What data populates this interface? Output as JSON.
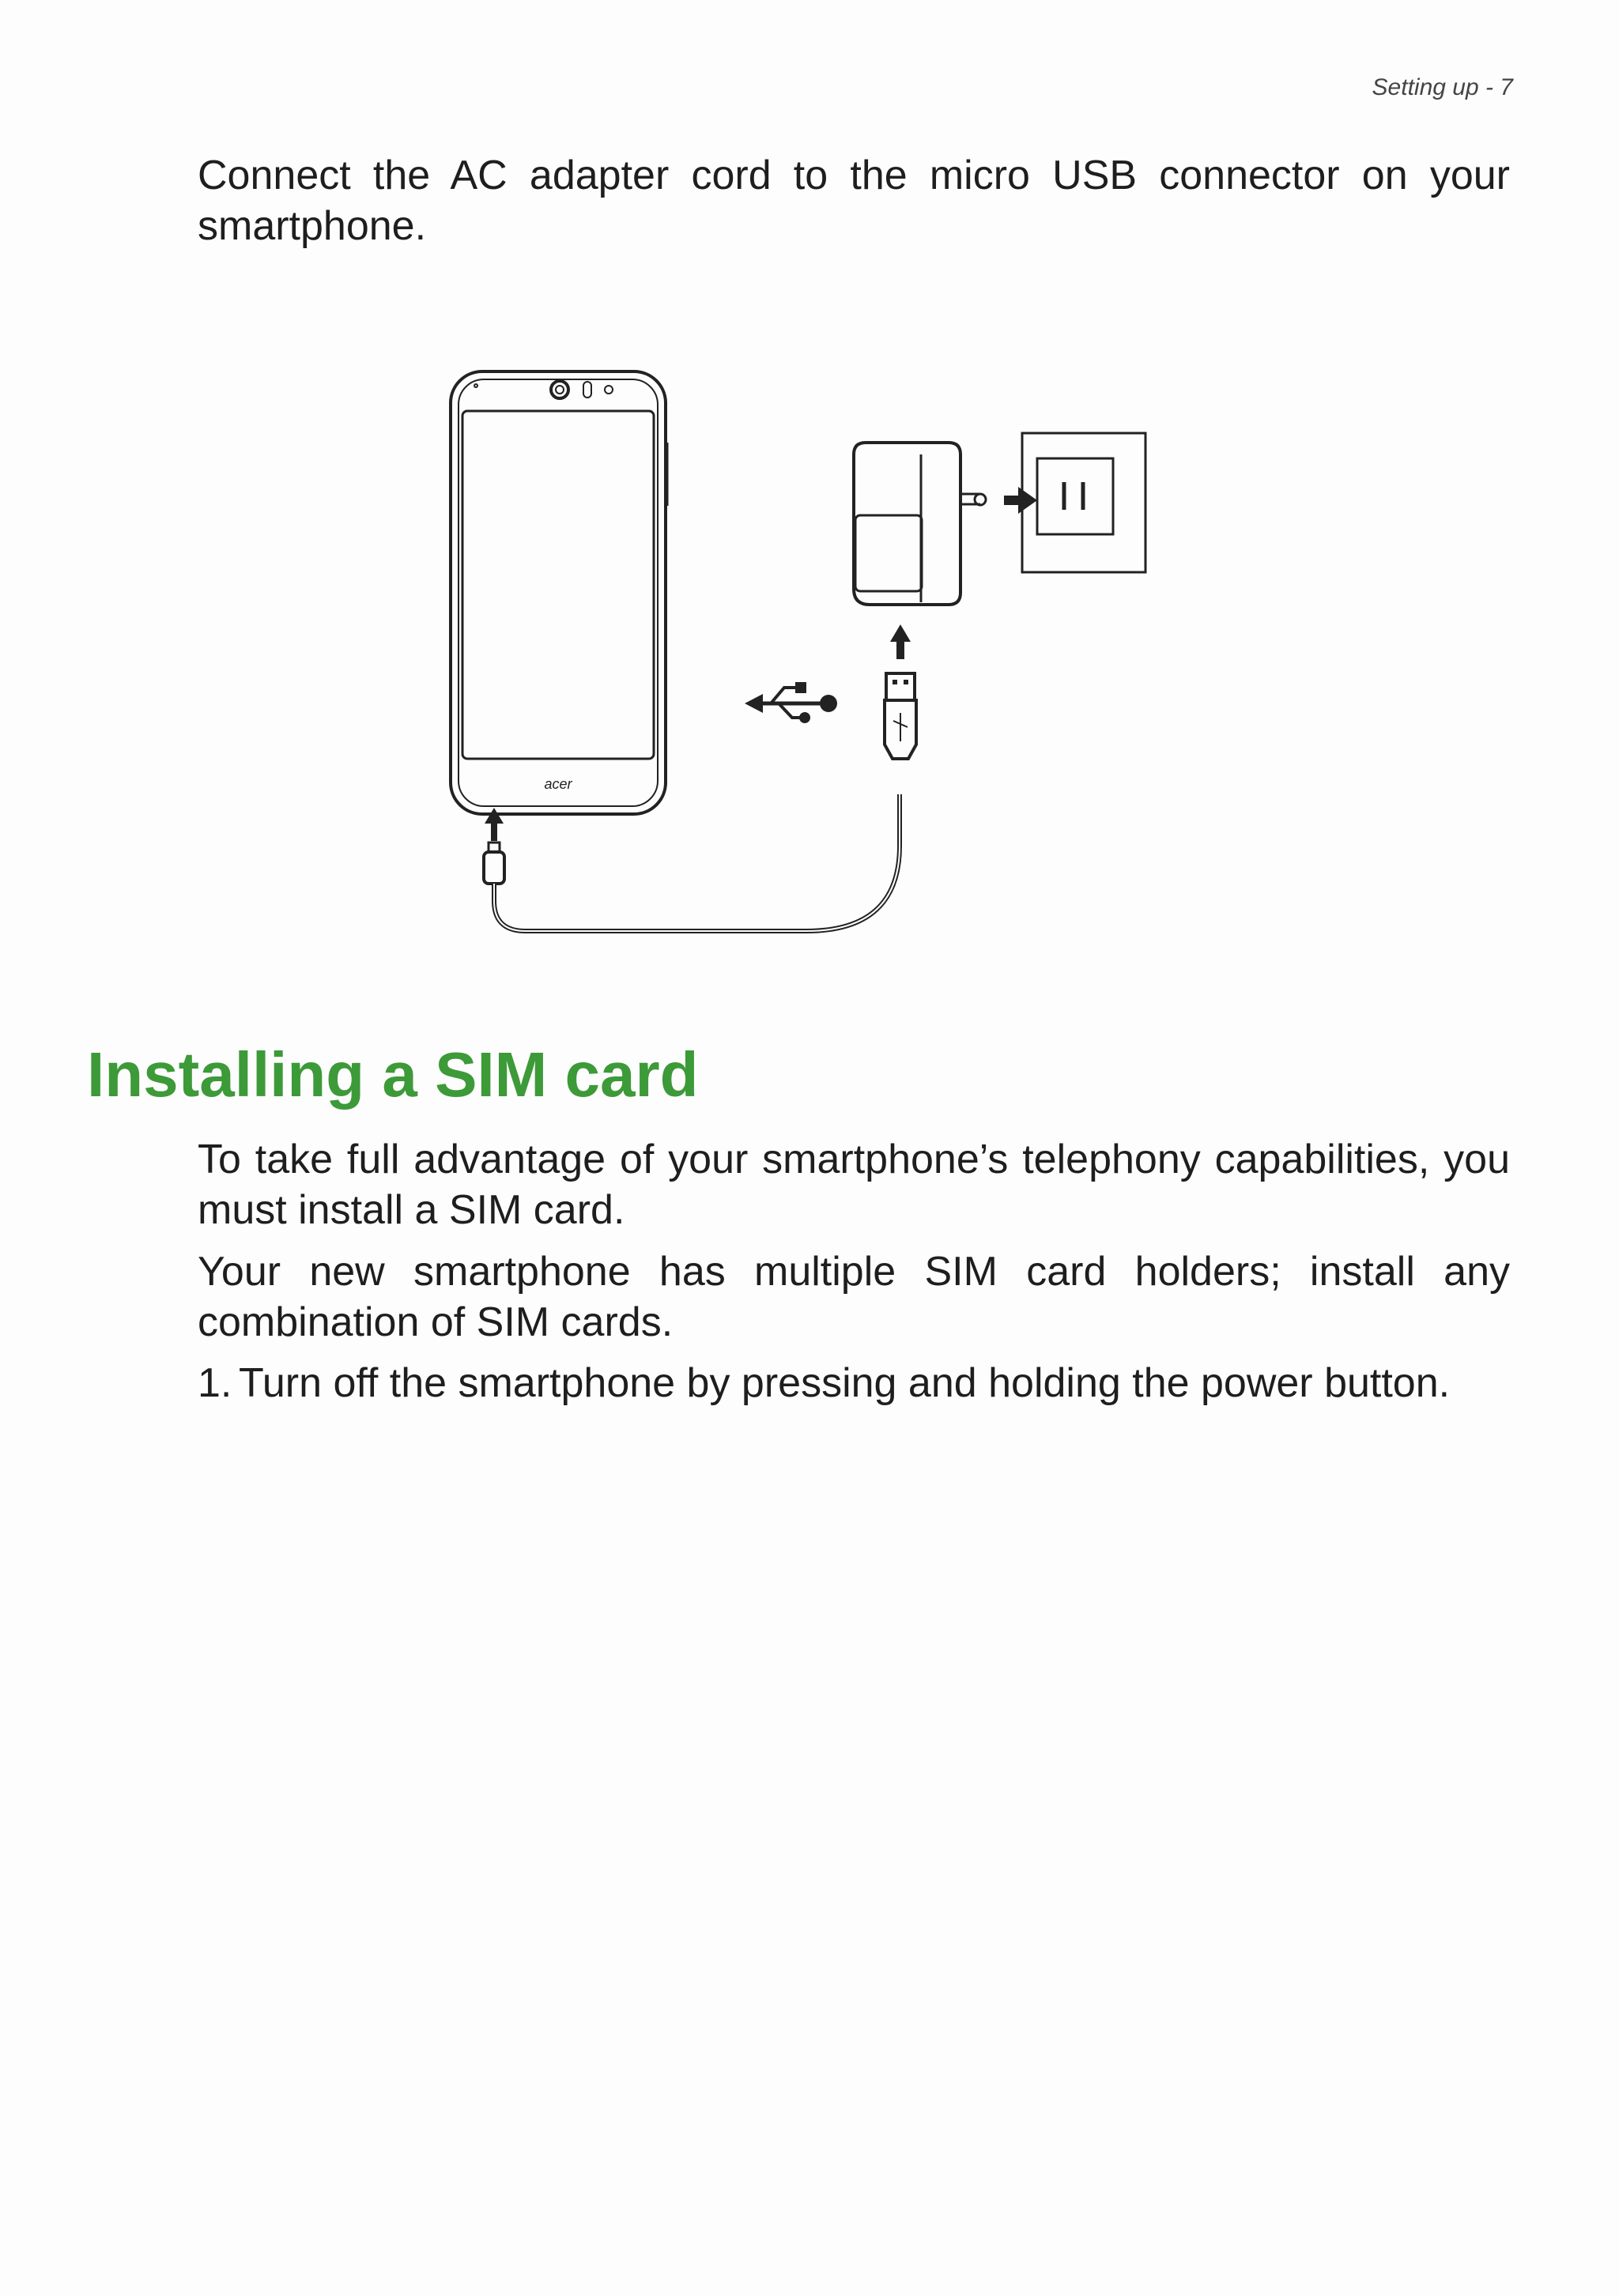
{
  "header": {
    "running_title": "Setting up - 7"
  },
  "intro": {
    "text": "Connect the AC adapter cord to the micro USB connector on your smartphone."
  },
  "figure": {
    "phone_brand": "acer"
  },
  "section": {
    "title": "Installing a SIM card",
    "paragraphs": [
      "To take full advantage of your smartphone’s telephony capabilities, you must install a SIM card.",
      "Your new smartphone has multiple SIM card holders; install any combination of SIM cards."
    ],
    "steps": [
      {
        "number": "1.",
        "text": "Turn off the smartphone by pressing and holding the power button."
      }
    ]
  }
}
